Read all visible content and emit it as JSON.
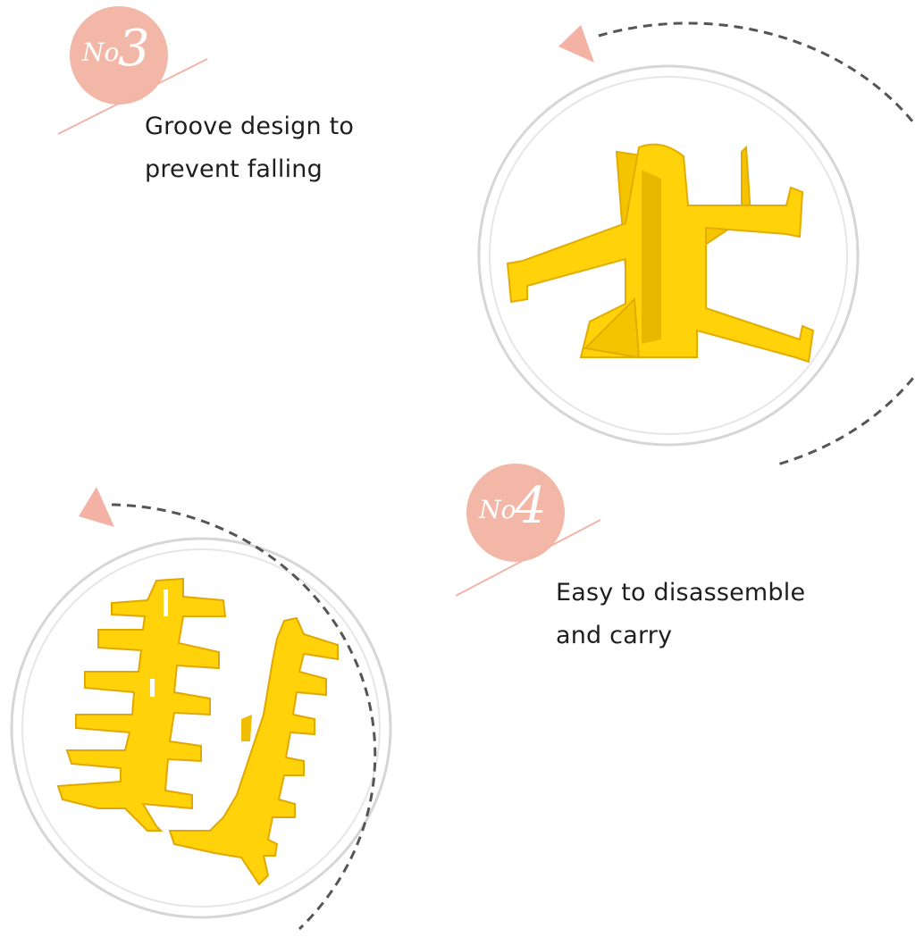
{
  "features": [
    {
      "badge_prefix": "No",
      "badge_number": "3",
      "lines": [
        "Groove design to",
        "prevent falling"
      ]
    },
    {
      "badge_prefix": "No",
      "badge_number": "4",
      "lines": [
        "Easy to disassemble",
        "and carry"
      ]
    }
  ],
  "colors": {
    "badge": "#f3b7a8",
    "arrow": "#f3b2a4",
    "dashed_ring": "#555555",
    "frame_ring": "#d2d2d2",
    "rack_yellow": "#ffd20a",
    "rack_shadow": "#e2ad00",
    "text": "#1e1e1e"
  },
  "icons": [
    "number-badge",
    "rotation-arrow-icon",
    "yellow-rack-closeup",
    "yellow-rack-parts"
  ]
}
